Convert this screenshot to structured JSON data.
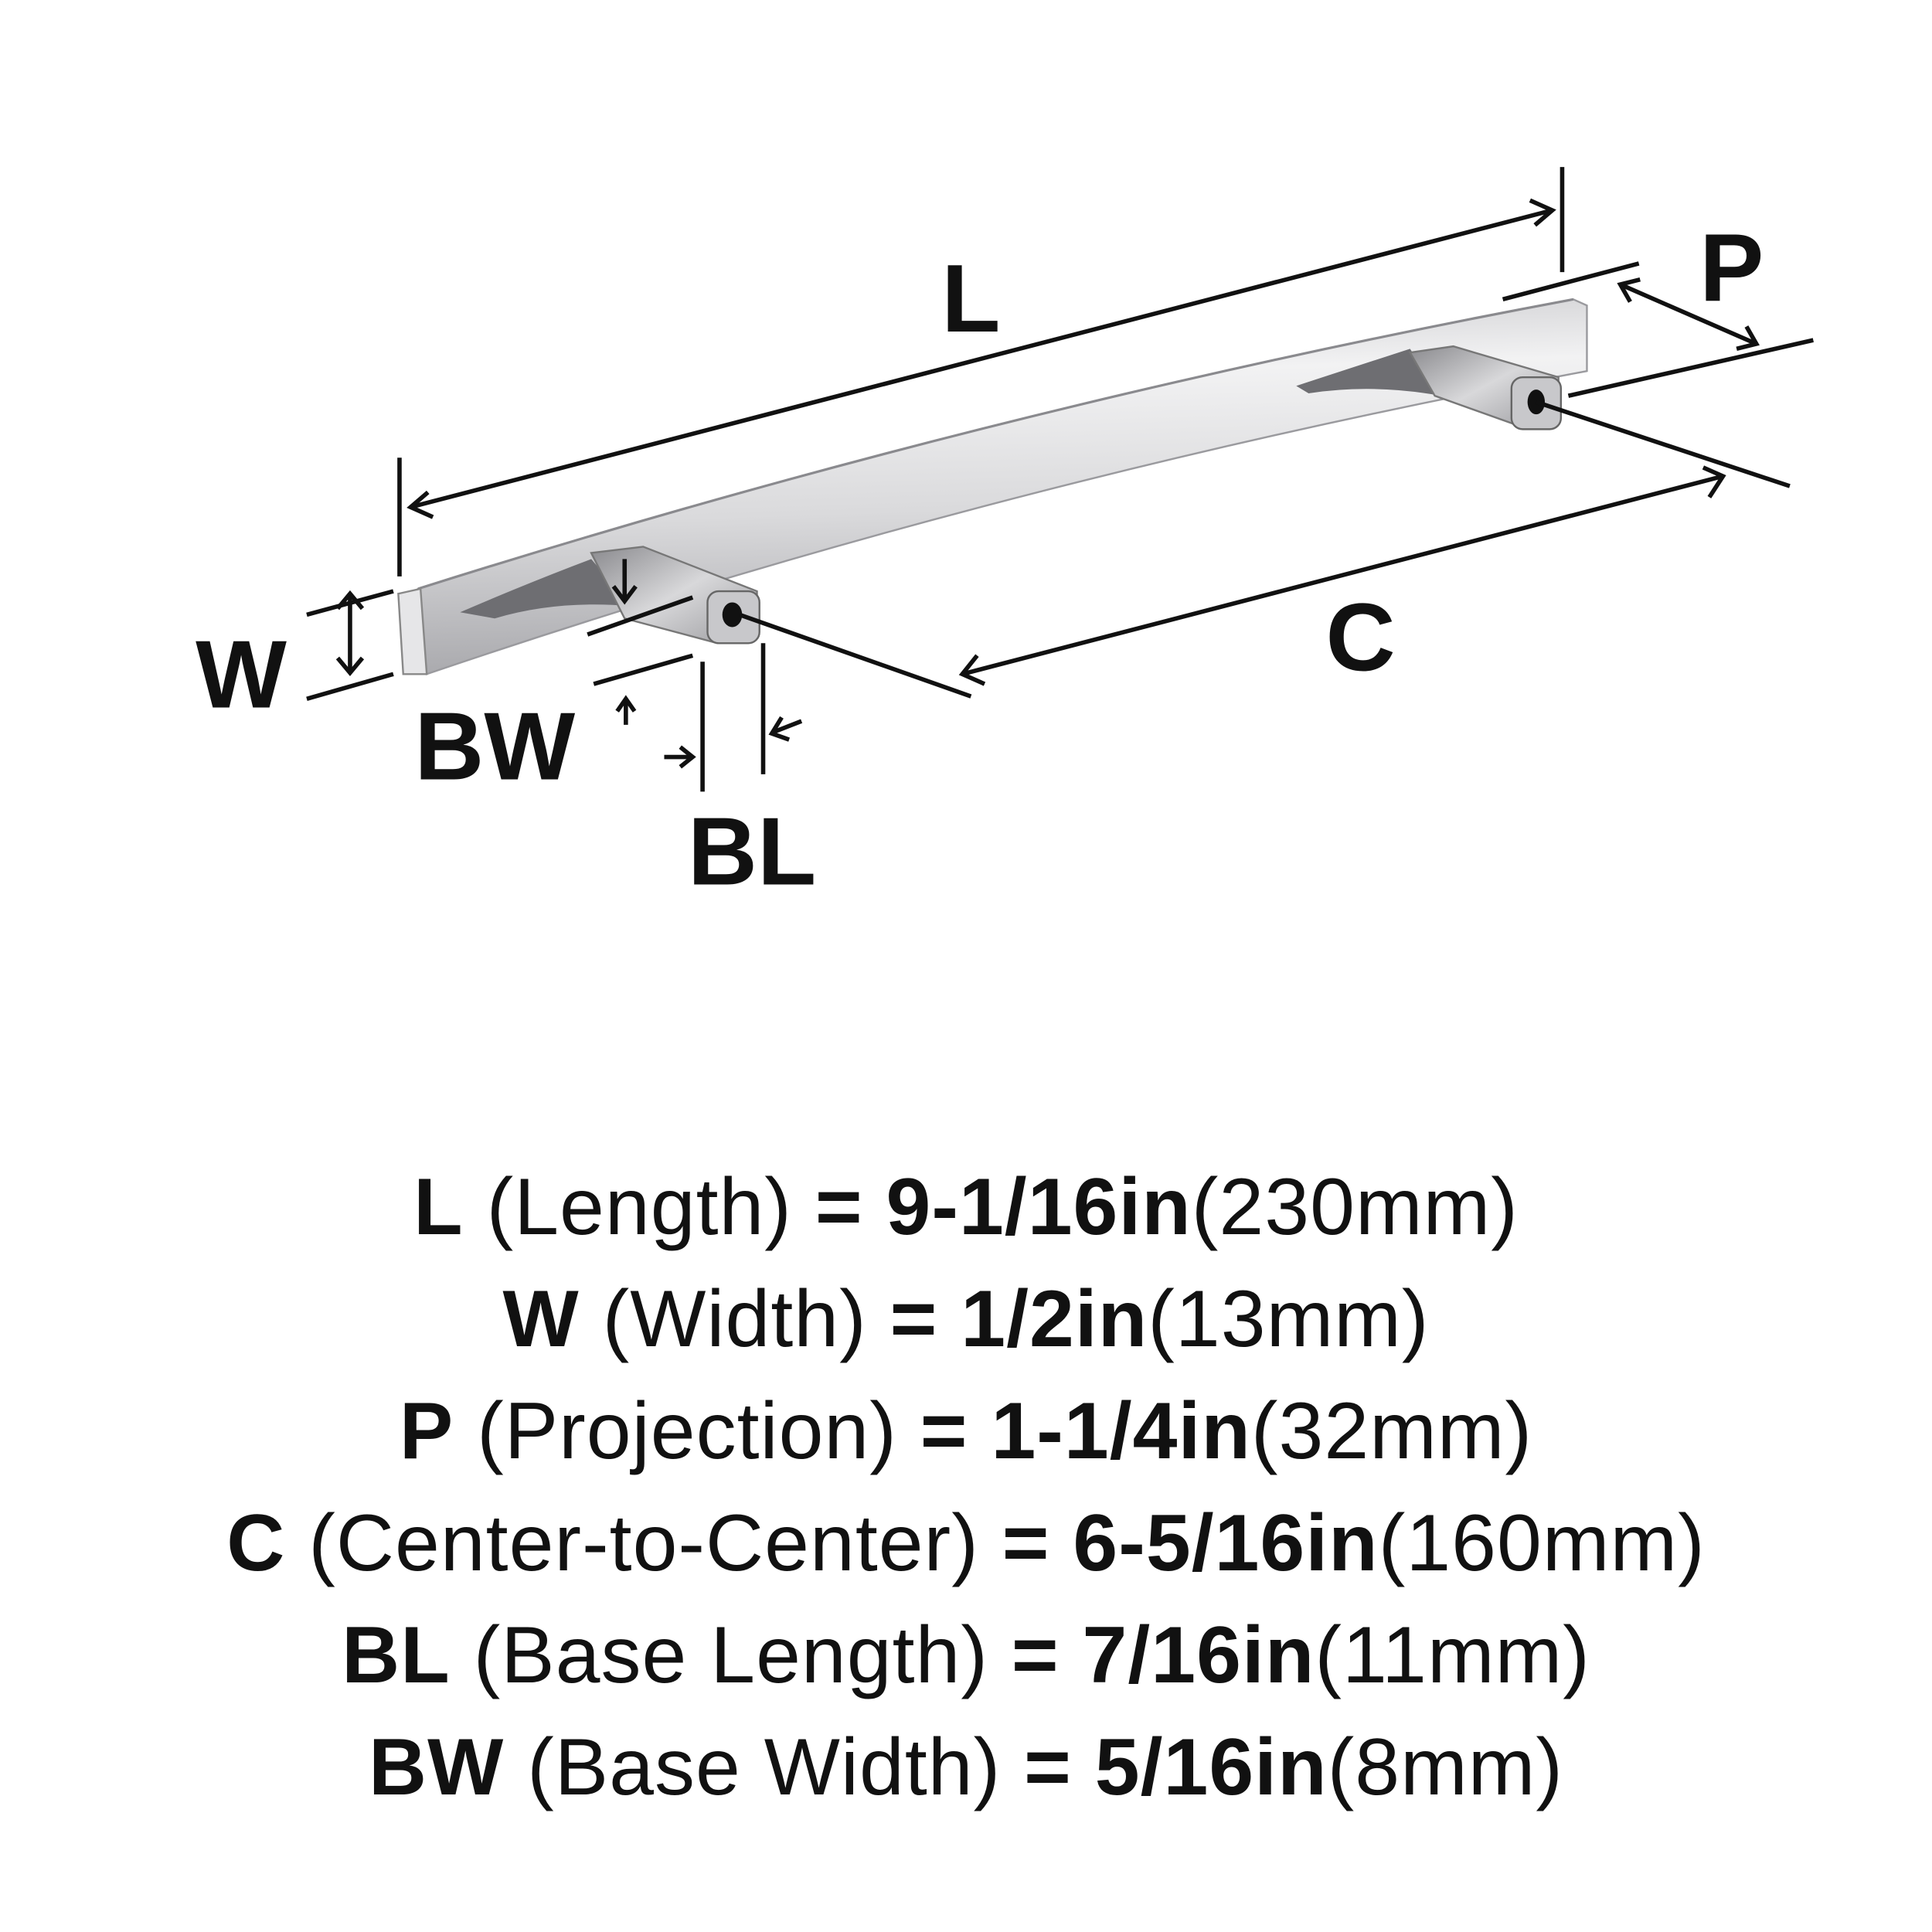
{
  "diagram": {
    "labels": {
      "L": "L",
      "P": "P",
      "C": "C",
      "W": "W",
      "BW": "BW",
      "BL": "BL"
    },
    "colors": {
      "ink": "#111111",
      "chrome_light": "#e9e9ea",
      "chrome_mid": "#b9b9bc",
      "chrome_dark": "#6e6e72"
    }
  },
  "specs": [
    {
      "code": "L",
      "name": "(Length)",
      "eq": "=",
      "imperial": "9-1/16in",
      "metric": "(230mm)"
    },
    {
      "code": "W",
      "name": "(Width)",
      "eq": "=",
      "imperial": "1/2in",
      "metric": "(13mm)"
    },
    {
      "code": "P",
      "name": "(Projection)",
      "eq": "=",
      "imperial": "1-1/4in",
      "metric": "(32mm)"
    },
    {
      "code": "C",
      "name": "(Center-to-Center)",
      "eq": "=",
      "imperial": "6-5/16in",
      "metric": "(160mm)"
    },
    {
      "code": "BL",
      "name": "(Base Length)",
      "eq": "=",
      "imperial": "7/16in",
      "metric": "(11mm)"
    },
    {
      "code": "BW",
      "name": "(Base Width)",
      "eq": "=",
      "imperial": "5/16in",
      "metric": "(8mm)"
    }
  ]
}
